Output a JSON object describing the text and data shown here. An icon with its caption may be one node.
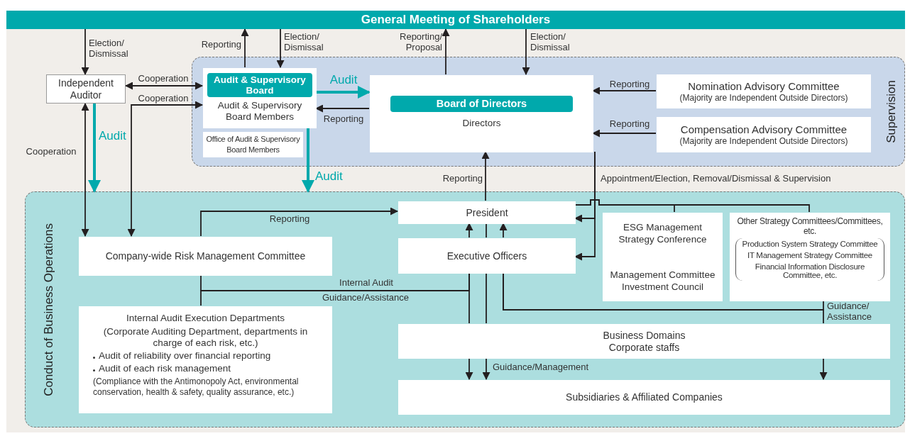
{
  "diagram": {
    "nodes": [
      {
        "text": [
          "General Meeting of Shareholders"
        ]
      },
      {
        "text": [
          "Supervision"
        ]
      },
      {
        "text": [
          "Independent Auditor"
        ]
      },
      {
        "text": [
          "Audit & Supervisory Board",
          "Audit & Supervisory Board Members"
        ],
        "in": 1
      },
      {
        "text": [
          "Office of Audit & Supervisory Board Members"
        ],
        "in": 1
      },
      {
        "text": [
          "Board of Directors",
          "Directors"
        ],
        "in": 1
      },
      {
        "text": [
          "Nomination Advisory Committee",
          "(Majority are Independent Outside Directors)"
        ],
        "in": 1
      },
      {
        "text": [
          "Compensation Advisory Committee",
          "(Majority are Independent Outside Directors)"
        ],
        "in": 1
      },
      {
        "text": [
          "Conduct of Business Operations"
        ]
      },
      {
        "text": [
          "President"
        ],
        "in": 8
      },
      {
        "text": [
          "Company-wide Risk Management Committee"
        ],
        "in": 8
      },
      {
        "text": [
          "Executive Officers"
        ],
        "in": 8
      },
      {
        "text": [
          "ESG Management Strategy Conference",
          "Management Committee Investment Council"
        ],
        "in": 8
      },
      {
        "text": [
          "Other Strategy Committees/Committees, etc.",
          "Production System Strategy Committee",
          "IT Management Strategy Committee",
          "Financial Information Disclosure Committee, etc."
        ],
        "in": 8
      },
      {
        "text": [
          "Internal Audit Execution Departments",
          "(Corporate Auditing Department, departments in charge of each risk, etc.)",
          "Audit of reliability over financial reporting",
          "Audit of each risk management",
          "(Compliance with the Antimonopoly Act, environmental conservation, health & safety, quality assurance, etc.)"
        ],
        "in": 8
      },
      {
        "text": [
          "Business Domains Corporate staffs"
        ],
        "in": 8
      },
      {
        "text": [
          "Subsidiaries & Affiliated Companies"
        ],
        "in": 8
      }
    ],
    "edges": [
      {
        "from": 0,
        "to": 2,
        "arrow": "to",
        "label": "Election/ Dismissal"
      },
      {
        "from": 3,
        "to": 0,
        "arrow": "to",
        "label": "Reporting"
      },
      {
        "from": 0,
        "to": 3,
        "arrow": "to",
        "label": "Election/ Dismissal"
      },
      {
        "from": 5,
        "to": 0,
        "arrow": "to",
        "label": "Reporting/ Proposal"
      },
      {
        "from": 0,
        "to": 5,
        "arrow": "to",
        "label": "Election/ Dismissal"
      },
      {
        "from": 2,
        "to": 3,
        "arrow": "both",
        "label": "Cooperation"
      },
      {
        "from": 10,
        "to": 3,
        "arrow": "both",
        "label": "Cooperation"
      },
      {
        "from": 2,
        "to": 10,
        "arrow": "both",
        "label": "Cooperation"
      },
      {
        "from": 2,
        "to": 8,
        "arrow": "to",
        "label": "Audit",
        "style": "thick",
        "color": "#00a9ac"
      },
      {
        "from": 3,
        "to": 5,
        "arrow": "to",
        "label": "Audit",
        "style": "thick",
        "color": "#00a9ac"
      },
      {
        "from": 5,
        "to": 3,
        "arrow": "to",
        "label": "Reporting"
      },
      {
        "from": 3,
        "to": 8,
        "arrow": "to",
        "label": "Audit",
        "style": "thick",
        "color": "#00a9ac"
      },
      {
        "from": 6,
        "to": 5,
        "arrow": "to",
        "label": "Reporting"
      },
      {
        "from": 7,
        "to": 5,
        "arrow": "to",
        "label": "Reporting"
      },
      {
        "from": 9,
        "to": 5,
        "arrow": "to",
        "label": "Reporting"
      },
      {
        "from": 5,
        "to": 9,
        "arrow": "to",
        "label": "Appointment/Election, Removal/Dismissal & Supervision"
      },
      {
        "from": 5,
        "to": 11,
        "arrow": "to"
      },
      {
        "from": 9,
        "to": 12,
        "arrow": "none"
      },
      {
        "from": 9,
        "to": 13,
        "arrow": "none"
      },
      {
        "from": 10,
        "to": 9,
        "arrow": "to",
        "label": "Reporting"
      },
      {
        "from": 10,
        "to": 11,
        "arrow": "none",
        "label": "Guidance/Assistance"
      },
      {
        "from": 14,
        "to": 11,
        "arrow": "none",
        "label": "Internal Audit"
      },
      {
        "from": 11,
        "to": 9,
        "arrow": "to"
      },
      {
        "from": 13,
        "to": 11,
        "arrow": "none",
        "label": "Guidance/ Assistance"
      },
      {
        "from": 15,
        "to": 11,
        "arrow": "none"
      },
      {
        "from": 9,
        "to": 11,
        "arrow": "none"
      },
      {
        "from": 11,
        "to": 15,
        "arrow": "none"
      },
      {
        "from": 11,
        "to": 15,
        "arrow": "none"
      },
      {
        "from": 15,
        "to": 16,
        "arrow": "to"
      },
      {
        "from": 15,
        "to": 16,
        "arrow": "to",
        "label": "Guidance/Management"
      },
      {
        "from": 15,
        "to": 16,
        "arrow": "to"
      },
      {
        "from": 11,
        "to": 9,
        "arrow": "to"
      }
    ]
  }
}
